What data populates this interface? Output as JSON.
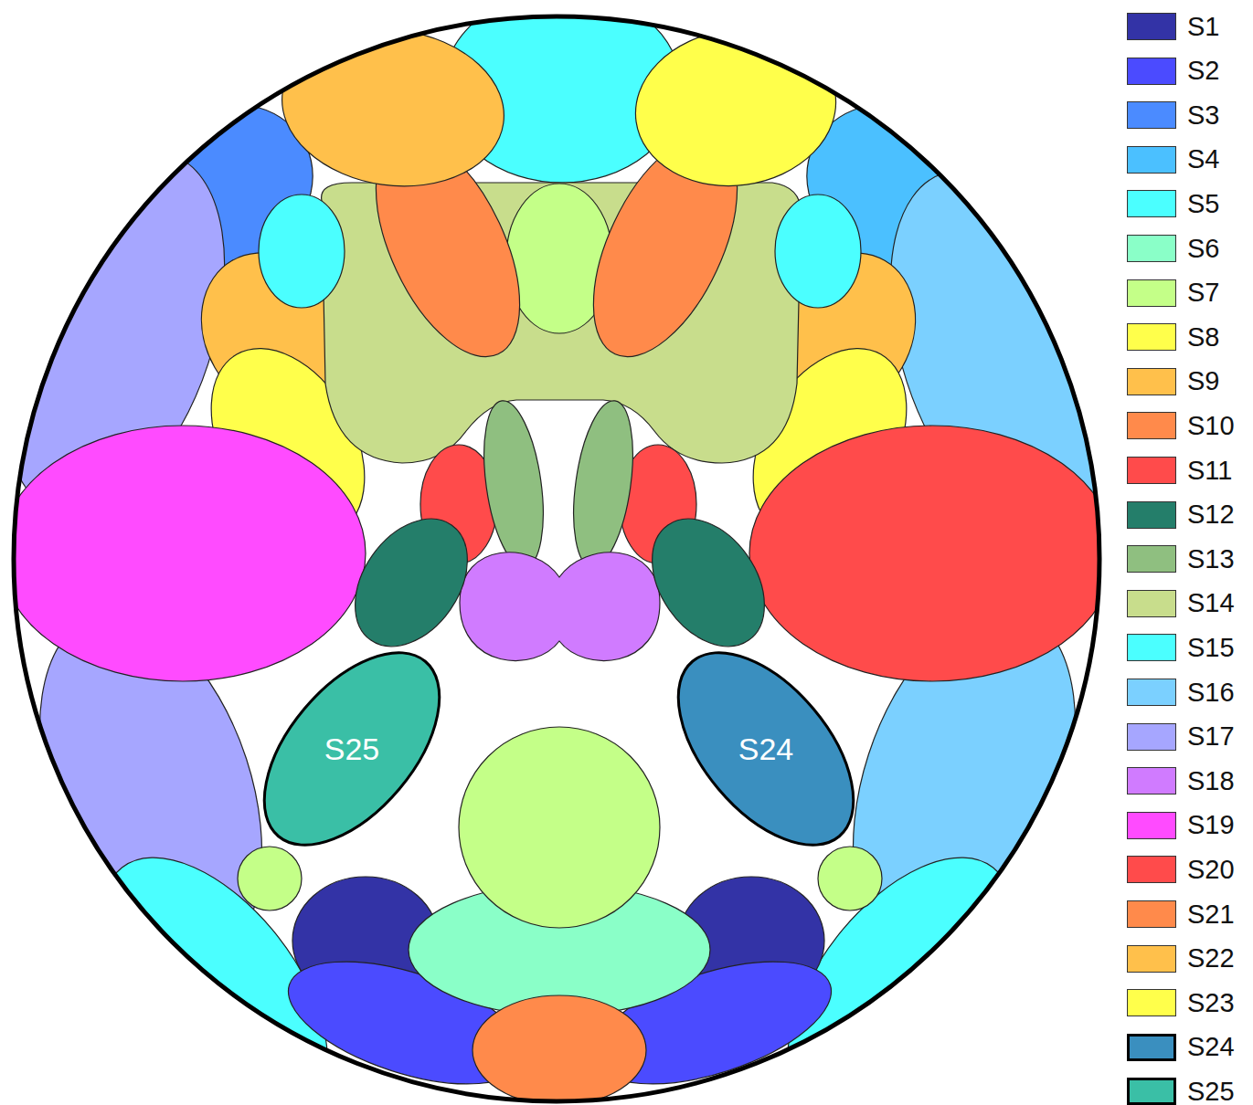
{
  "diagram": {
    "nodes": [
      {
        "text": [
          "S25"
        ]
      },
      {
        "text": [
          "S24"
        ]
      }
    ],
    "legend": [
      {
        "text": "S1",
        "color": "#3333a6"
      },
      {
        "text": "S2",
        "color": "#4b4bff"
      },
      {
        "text": "S3",
        "color": "#4b8bff"
      },
      {
        "text": "S4",
        "color": "#4bc0ff"
      },
      {
        "text": "S5",
        "color": "#4bffff"
      },
      {
        "text": "S6",
        "color": "#8affc8"
      },
      {
        "text": "S7",
        "color": "#c4ff88"
      },
      {
        "text": "S8",
        "color": "#ffff4b"
      },
      {
        "text": "S9",
        "color": "#ffc04b"
      },
      {
        "text": "S10",
        "color": "#ff8a4b"
      },
      {
        "text": "S11",
        "color": "#ff4b4b"
      },
      {
        "text": "S12",
        "color": "#247e6a"
      },
      {
        "text": "S13",
        "color": "#8fbf80"
      },
      {
        "text": "S14",
        "color": "#c8dd8c"
      },
      {
        "text": "S15",
        "color": "#4bffff"
      },
      {
        "text": "S16",
        "color": "#7bd0ff"
      },
      {
        "text": "S17",
        "color": "#a6a6ff"
      },
      {
        "text": "S18",
        "color": "#d07bff"
      },
      {
        "text": "S19",
        "color": "#ff4bff"
      },
      {
        "text": "S20",
        "color": "#ff4b4b"
      },
      {
        "text": "S21",
        "color": "#ff8a4b"
      },
      {
        "text": "S22",
        "color": "#ffc04b"
      },
      {
        "text": "S23",
        "color": "#ffff4b"
      },
      {
        "text": "S24",
        "color": "#3a8fbf"
      },
      {
        "text": "S25",
        "color": "#3abfa6"
      }
    ]
  }
}
